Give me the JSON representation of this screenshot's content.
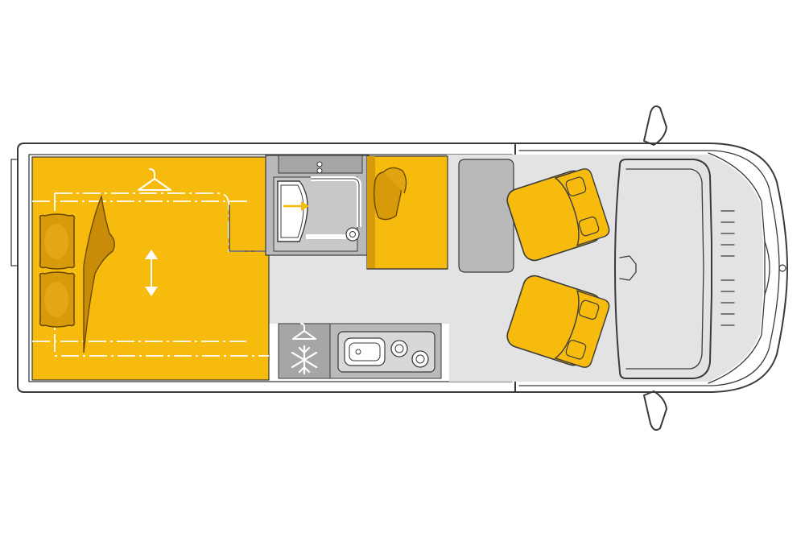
{
  "diagram": {
    "kind": "motorhome floor plan, top view",
    "colors": {
      "upholstery": "#f7bb0e",
      "upholstery_dark": "#b07c06",
      "floor": "#e3e3e3",
      "furniture": "#bdbdbd",
      "outline": "#3a3a3a",
      "background": "#ffffff"
    },
    "zones": [
      {
        "id": "rear-bed",
        "icons": [
          "hanger-icon",
          "pillow-icon",
          "blanket-icon",
          "height-adjust-icon"
        ]
      },
      {
        "id": "bathroom",
        "icons": [
          "door-arrow-icon"
        ]
      },
      {
        "id": "bench-seat",
        "icons": [
          "cushion-icon"
        ]
      },
      {
        "id": "kitchen",
        "icons": [
          "hanger-icon",
          "snowflake-icon",
          "sink-icon",
          "gas-burner-icon"
        ]
      },
      {
        "id": "cab",
        "icons": [
          "swivel-seat-icon",
          "steering-wheel-icon"
        ]
      }
    ]
  }
}
